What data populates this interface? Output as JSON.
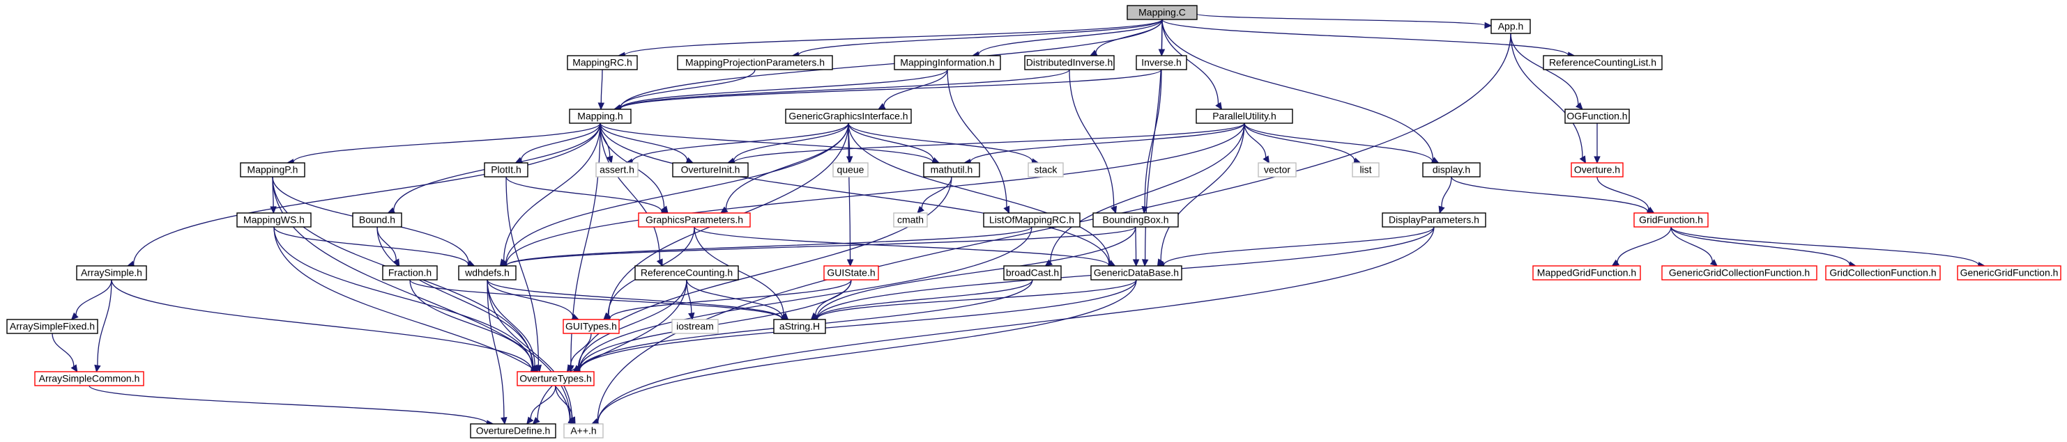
{
  "colors": {
    "edge": "#191970",
    "root_fill": "#bfbfbf",
    "normal_border": "#000000",
    "truncated_border": "#ff0000",
    "system_border": "#bfbfbf"
  },
  "nodes": [
    {
      "id": "mappingC",
      "label": "Mapping.C",
      "kind": "root"
    },
    {
      "id": "mappingRC",
      "label": "MappingRC.h",
      "kind": "normal"
    },
    {
      "id": "mappingProj",
      "label": "MappingProjectionParameters.h",
      "kind": "normal"
    },
    {
      "id": "mappingInfo",
      "label": "MappingInformation.h",
      "kind": "normal"
    },
    {
      "id": "distInverse",
      "label": "DistributedInverse.h",
      "kind": "normal"
    },
    {
      "id": "inverse",
      "label": "Inverse.h",
      "kind": "normal"
    },
    {
      "id": "appH",
      "label": "App.h",
      "kind": "normal"
    },
    {
      "id": "refCountList",
      "label": "ReferenceCountingList.h",
      "kind": "normal"
    },
    {
      "id": "mappingH",
      "label": "Mapping.h",
      "kind": "normal"
    },
    {
      "id": "ggi",
      "label": "GenericGraphicsInterface.h",
      "kind": "normal"
    },
    {
      "id": "parallelUtil",
      "label": "ParallelUtility.h",
      "kind": "normal"
    },
    {
      "id": "ogFunction",
      "label": "OGFunction.h",
      "kind": "normal"
    },
    {
      "id": "mappingP",
      "label": "MappingP.h",
      "kind": "normal"
    },
    {
      "id": "assertH",
      "label": "assert.h",
      "kind": "system"
    },
    {
      "id": "overtureInit",
      "label": "OvertureInit.h",
      "kind": "normal"
    },
    {
      "id": "plotIt",
      "label": "PlotIt.h",
      "kind": "normal"
    },
    {
      "id": "queue",
      "label": "queue",
      "kind": "system"
    },
    {
      "id": "mathutil",
      "label": "mathutil.h",
      "kind": "normal"
    },
    {
      "id": "stack",
      "label": "stack",
      "kind": "system"
    },
    {
      "id": "vector",
      "label": "vector",
      "kind": "system"
    },
    {
      "id": "list",
      "label": "list",
      "kind": "system"
    },
    {
      "id": "display",
      "label": "display.h",
      "kind": "normal"
    },
    {
      "id": "overtureH",
      "label": "Overture.h",
      "kind": "truncated"
    },
    {
      "id": "mappingWS",
      "label": "MappingWS.h",
      "kind": "normal"
    },
    {
      "id": "boundH",
      "label": "Bound.h",
      "kind": "normal"
    },
    {
      "id": "graphicsParams",
      "label": "GraphicsParameters.h",
      "kind": "truncated"
    },
    {
      "id": "cmath",
      "label": "cmath",
      "kind": "system"
    },
    {
      "id": "listOfMappingRC",
      "label": "ListOfMappingRC.h",
      "kind": "normal"
    },
    {
      "id": "boundingBox",
      "label": "BoundingBox.h",
      "kind": "normal"
    },
    {
      "id": "displayParams",
      "label": "DisplayParameters.h",
      "kind": "normal"
    },
    {
      "id": "gridFunction",
      "label": "GridFunction.h",
      "kind": "truncated"
    },
    {
      "id": "arraySimple",
      "label": "ArraySimple.h",
      "kind": "normal"
    },
    {
      "id": "fraction",
      "label": "Fraction.h",
      "kind": "normal"
    },
    {
      "id": "wdhdefs",
      "label": "wdhdefs.h",
      "kind": "normal"
    },
    {
      "id": "refCounting",
      "label": "ReferenceCounting.h",
      "kind": "normal"
    },
    {
      "id": "guiState",
      "label": "GUIState.h",
      "kind": "truncated"
    },
    {
      "id": "broadCast",
      "label": "broadCast.h",
      "kind": "normal"
    },
    {
      "id": "genericDataBase",
      "label": "GenericDataBase.h",
      "kind": "normal"
    },
    {
      "id": "mappedGF",
      "label": "MappedGridFunction.h",
      "kind": "truncated"
    },
    {
      "id": "ggcf",
      "label": "GenericGridCollectionFunction.h",
      "kind": "truncated"
    },
    {
      "id": "gcf",
      "label": "GridCollectionFunction.h",
      "kind": "truncated"
    },
    {
      "id": "ggf",
      "label": "GenericGridFunction.h",
      "kind": "truncated"
    },
    {
      "id": "arraySimpleFixed",
      "label": "ArraySimpleFixed.h",
      "kind": "normal"
    },
    {
      "id": "guiTypes",
      "label": "GUITypes.h",
      "kind": "truncated"
    },
    {
      "id": "iostream",
      "label": "iostream",
      "kind": "system"
    },
    {
      "id": "aString",
      "label": "aString.H",
      "kind": "normal"
    },
    {
      "id": "arraySimpleCommon",
      "label": "ArraySimpleCommon.h",
      "kind": "truncated"
    },
    {
      "id": "overtureTypes",
      "label": "OvertureTypes.h",
      "kind": "truncated"
    },
    {
      "id": "overtureDefine",
      "label": "OvertureDefine.h",
      "kind": "normal"
    },
    {
      "id": "appp",
      "label": "A++.h",
      "kind": "system"
    }
  ],
  "edges": [
    [
      "mappingC",
      "mappingRC"
    ],
    [
      "mappingC",
      "mappingProj"
    ],
    [
      "mappingC",
      "mappingInfo"
    ],
    [
      "mappingC",
      "distInverse"
    ],
    [
      "mappingC",
      "inverse"
    ],
    [
      "mappingC",
      "appH"
    ],
    [
      "mappingC",
      "refCountList"
    ],
    [
      "mappingC",
      "mappingH"
    ],
    [
      "mappingC",
      "parallelUtil"
    ],
    [
      "mappingC",
      "display"
    ],
    [
      "mappingC",
      "genericDataBase"
    ],
    [
      "mappingRC",
      "mappingH"
    ],
    [
      "mappingProj",
      "mappingH"
    ],
    [
      "mappingInfo",
      "mappingH"
    ],
    [
      "mappingInfo",
      "ggi"
    ],
    [
      "mappingInfo",
      "listOfMappingRC"
    ],
    [
      "distInverse",
      "mappingH"
    ],
    [
      "distInverse",
      "boundingBox"
    ],
    [
      "inverse",
      "mappingH"
    ],
    [
      "inverse",
      "boundingBox"
    ],
    [
      "appH",
      "ogFunction"
    ],
    [
      "appH",
      "overtureH"
    ],
    [
      "appH",
      "appp"
    ],
    [
      "ogFunction",
      "overtureH"
    ],
    [
      "mappingH",
      "mappingP"
    ],
    [
      "mappingH",
      "assertH"
    ],
    [
      "mappingH",
      "overtureInit"
    ],
    [
      "mappingH",
      "plotIt"
    ],
    [
      "mappingH",
      "mathutil"
    ],
    [
      "mappingH",
      "boundH"
    ],
    [
      "mappingH",
      "arraySimple"
    ],
    [
      "mappingH",
      "wdhdefs"
    ],
    [
      "mappingH",
      "refCounting"
    ],
    [
      "mappingH",
      "genericDataBase"
    ],
    [
      "mappingH",
      "overtureTypes"
    ],
    [
      "mappingH",
      "graphicsParams"
    ],
    [
      "ggi",
      "assertH"
    ],
    [
      "ggi",
      "overtureInit"
    ],
    [
      "ggi",
      "queue"
    ],
    [
      "ggi",
      "mathutil"
    ],
    [
      "ggi",
      "stack"
    ],
    [
      "ggi",
      "graphicsParams"
    ],
    [
      "ggi",
      "guiState"
    ],
    [
      "ggi",
      "guiTypes"
    ],
    [
      "ggi",
      "genericDataBase"
    ],
    [
      "ggi",
      "wdhdefs"
    ],
    [
      "parallelUtil",
      "overtureInit"
    ],
    [
      "parallelUtil",
      "mathutil"
    ],
    [
      "parallelUtil",
      "vector"
    ],
    [
      "parallelUtil",
      "list"
    ],
    [
      "parallelUtil",
      "display"
    ],
    [
      "parallelUtil",
      "broadCast"
    ],
    [
      "parallelUtil",
      "genericDataBase"
    ],
    [
      "parallelUtil",
      "wdhdefs"
    ],
    [
      "mappingP",
      "mappingWS"
    ],
    [
      "mappingP",
      "wdhdefs"
    ],
    [
      "mappingP",
      "overtureTypes"
    ],
    [
      "mappingP",
      "appp"
    ],
    [
      "mappingWS",
      "wdhdefs"
    ],
    [
      "mappingWS",
      "overtureTypes"
    ],
    [
      "mappingWS",
      "appp"
    ],
    [
      "plotIt",
      "graphicsParams"
    ],
    [
      "plotIt",
      "overtureTypes"
    ],
    [
      "mathutil",
      "cmath"
    ],
    [
      "mathutil",
      "overtureTypes"
    ],
    [
      "display",
      "displayParams"
    ],
    [
      "display",
      "gridFunction"
    ],
    [
      "overtureH",
      "gridFunction"
    ],
    [
      "boundH",
      "fraction"
    ],
    [
      "boundH",
      "overtureTypes"
    ],
    [
      "graphicsParams",
      "guiTypes"
    ],
    [
      "graphicsParams",
      "aString"
    ],
    [
      "graphicsParams",
      "genericDataBase"
    ],
    [
      "listOfMappingRC",
      "wdhdefs"
    ],
    [
      "listOfMappingRC",
      "overtureTypes"
    ],
    [
      "boundingBox",
      "wdhdefs"
    ],
    [
      "boundingBox",
      "genericDataBase"
    ],
    [
      "boundingBox",
      "aString"
    ],
    [
      "displayParams",
      "genericDataBase"
    ],
    [
      "displayParams",
      "aString"
    ],
    [
      "displayParams",
      "appp"
    ],
    [
      "gridFunction",
      "mappedGF"
    ],
    [
      "gridFunction",
      "ggcf"
    ],
    [
      "gridFunction",
      "gcf"
    ],
    [
      "gridFunction",
      "ggf"
    ],
    [
      "arraySimple",
      "arraySimpleFixed"
    ],
    [
      "arraySimple",
      "arraySimpleCommon"
    ],
    [
      "arraySimple",
      "overtureTypes"
    ],
    [
      "arraySimpleFixed",
      "arraySimpleCommon"
    ],
    [
      "arraySimpleCommon",
      "overtureDefine"
    ],
    [
      "fraction",
      "overtureTypes"
    ],
    [
      "fraction",
      "aString"
    ],
    [
      "wdhdefs",
      "guiTypes"
    ],
    [
      "wdhdefs",
      "overtureTypes"
    ],
    [
      "wdhdefs",
      "aString"
    ],
    [
      "wdhdefs",
      "overtureDefine"
    ],
    [
      "wdhdefs",
      "appp"
    ],
    [
      "refCounting",
      "iostream"
    ],
    [
      "refCounting",
      "aString"
    ],
    [
      "refCounting",
      "overtureTypes"
    ],
    [
      "refCounting",
      "overtureDefine"
    ],
    [
      "guiState",
      "guiTypes"
    ],
    [
      "guiState",
      "aString"
    ],
    [
      "guiState",
      "overtureTypes"
    ],
    [
      "broadCast",
      "aString"
    ],
    [
      "broadCast",
      "overtureTypes"
    ],
    [
      "genericDataBase",
      "aString"
    ],
    [
      "genericDataBase",
      "overtureTypes"
    ],
    [
      "genericDataBase",
      "appp"
    ],
    [
      "guiTypes",
      "overtureTypes"
    ],
    [
      "overtureTypes",
      "overtureDefine"
    ],
    [
      "overtureTypes",
      "appp"
    ]
  ]
}
